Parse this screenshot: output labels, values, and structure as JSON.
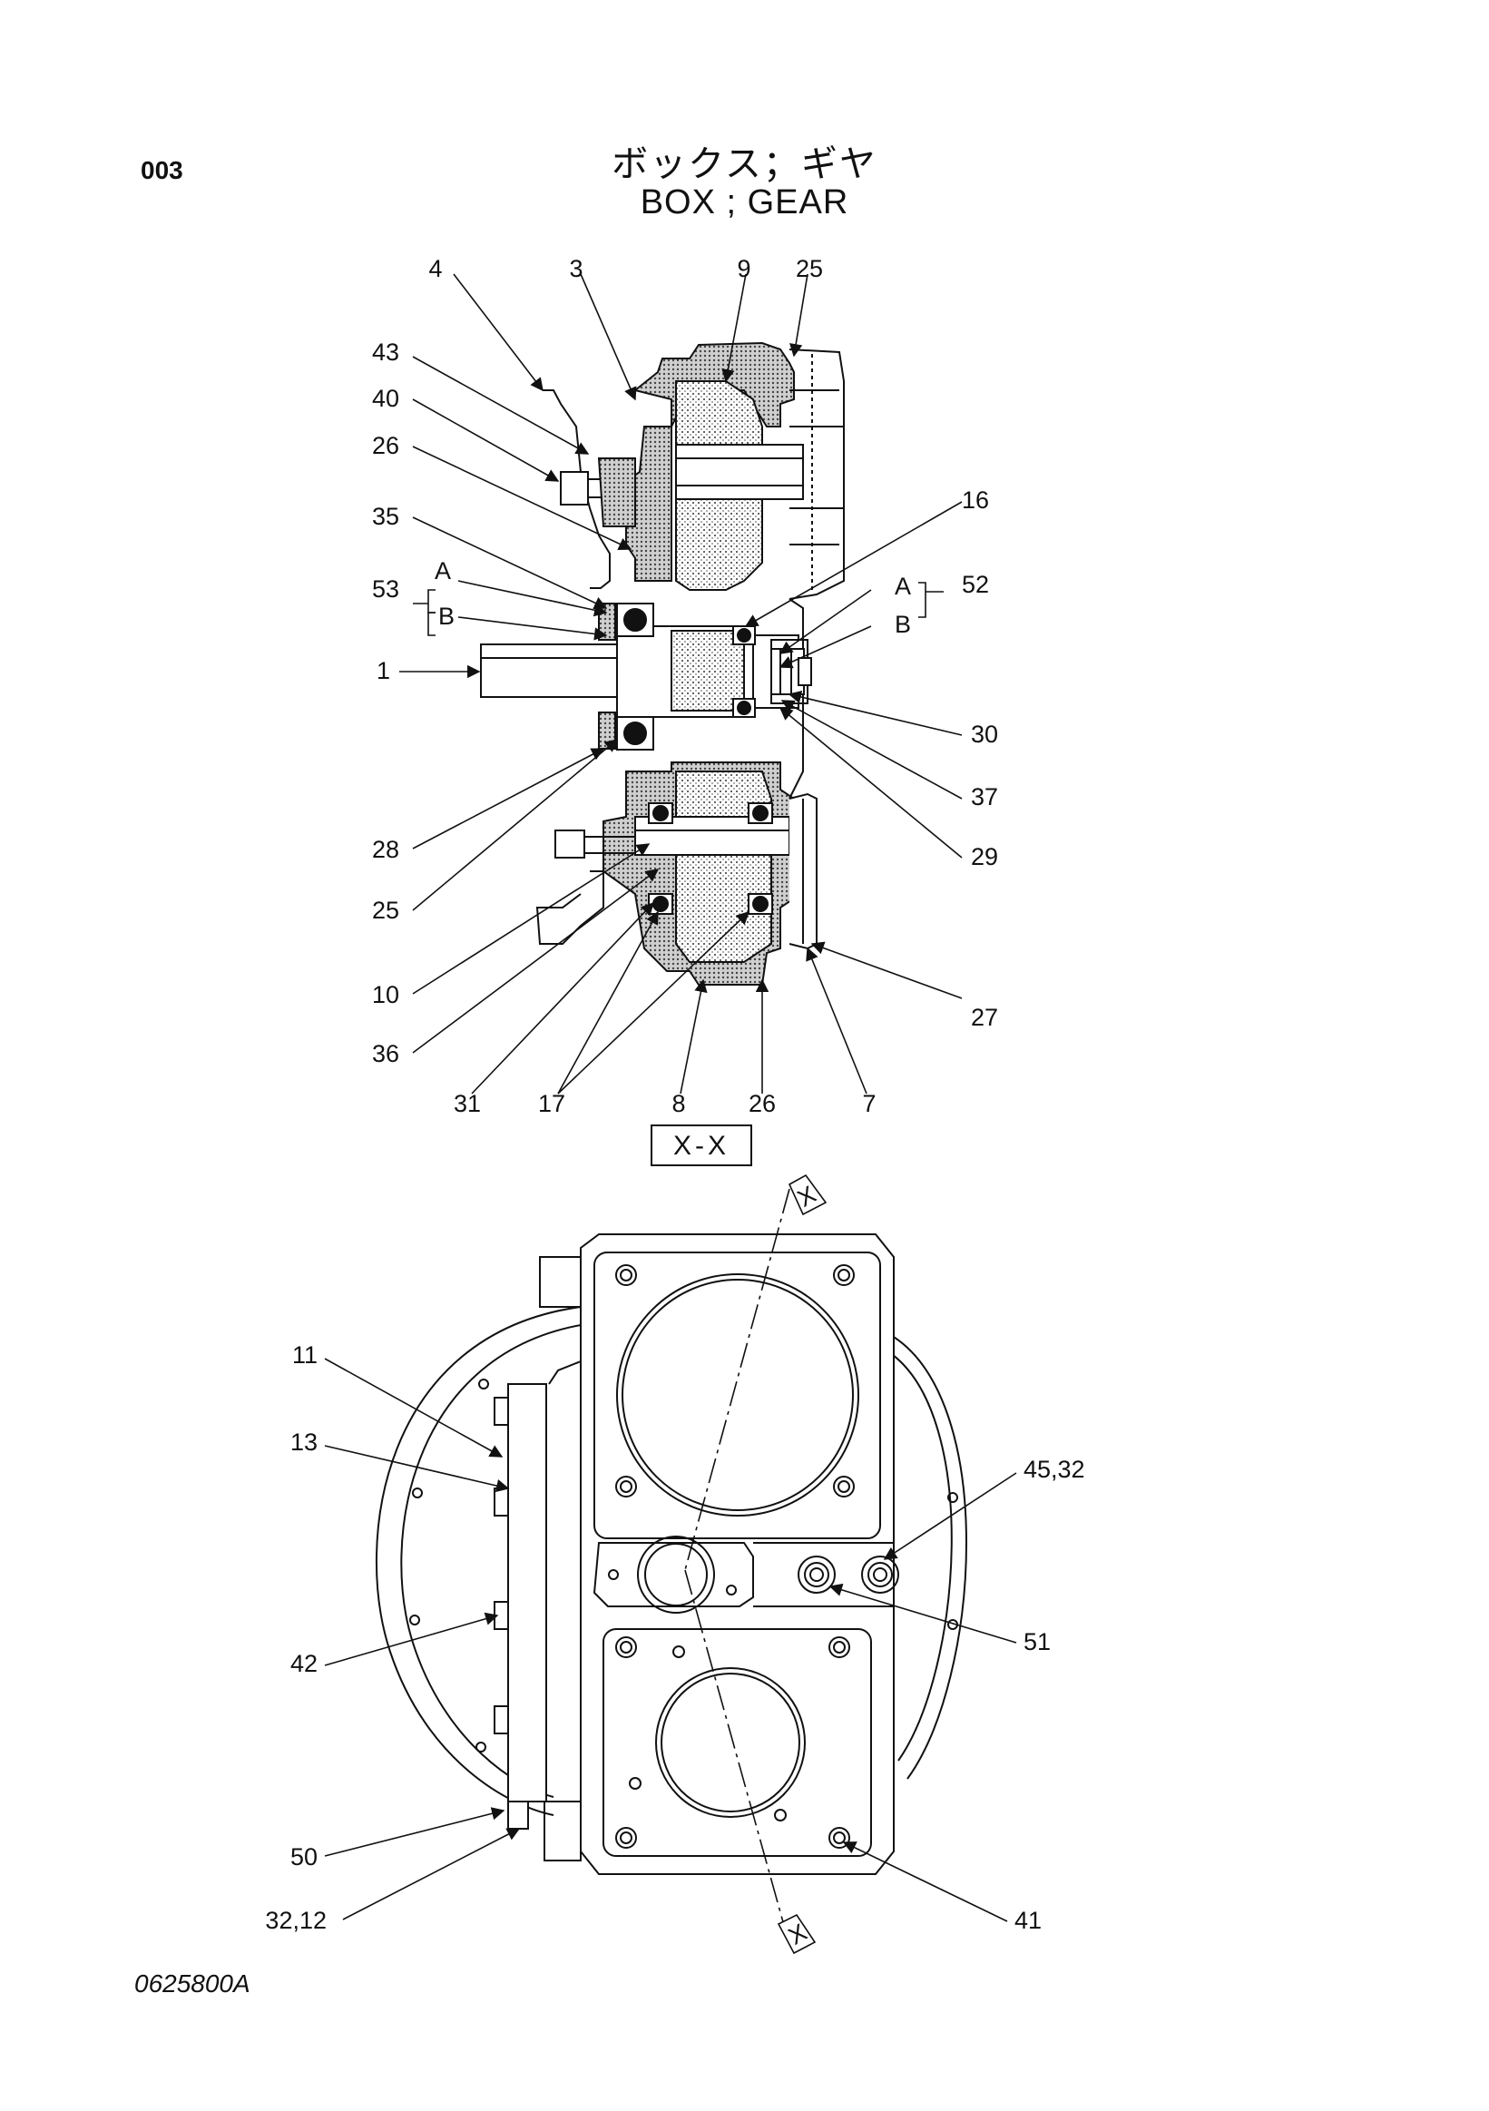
{
  "header": {
    "page_number": "003",
    "title_jp": "ボックス；ギヤ",
    "title_en": "BOX ; GEAR"
  },
  "footer": {
    "drawing_code": "0625800A"
  },
  "section": {
    "label": "X-X",
    "cut_marker": "X"
  },
  "callouts_top": [
    "4",
    "3",
    "9",
    "25",
    "43",
    "40",
    "26",
    "35",
    "53",
    "A",
    "B",
    "1",
    "16",
    "A",
    "52",
    "B",
    "30",
    "37",
    "29",
    "28",
    "25",
    "10",
    "36",
    "31",
    "17",
    "8",
    "26",
    "7",
    "27"
  ],
  "callouts_bottom": [
    "11",
    "13",
    "42",
    "50",
    "32,12",
    "45,32",
    "51",
    "41"
  ]
}
